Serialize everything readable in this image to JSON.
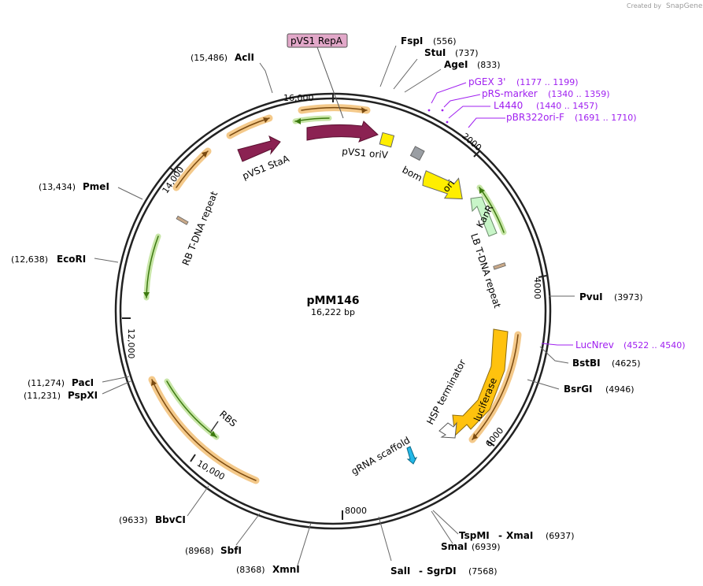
{
  "branding": {
    "created_by": "Created by",
    "logo": "SnapGene"
  },
  "plasmid": {
    "name": "pMM146",
    "length": "16,222 bp"
  },
  "ticks": [
    "16,000",
    "2000",
    "4000",
    "6000",
    "8000",
    "10,000",
    "12,000",
    "14,000"
  ],
  "sites": [
    {
      "name": "AclI",
      "pos": "(15,486)"
    },
    {
      "name": "FspI",
      "pos": "(556)"
    },
    {
      "name": "StuI",
      "pos": "(737)"
    },
    {
      "name": "AgeI",
      "pos": "(833)"
    },
    {
      "name": "PvuI",
      "pos": "(3973)"
    },
    {
      "name": "BstBI",
      "pos": "(4625)"
    },
    {
      "name": "BsrGI",
      "pos": "(4946)"
    },
    {
      "name": "TspMI",
      "name2": "XmaI",
      "pos": "(6937)"
    },
    {
      "name": "SmaI",
      "pos": "(6939)"
    },
    {
      "name": "SalI",
      "name2": "SgrDI",
      "pos": "(7568)"
    },
    {
      "name": "XmnI",
      "pos": "(8368)"
    },
    {
      "name": "SbfI",
      "pos": "(8968)"
    },
    {
      "name": "BbvCI",
      "pos": "(9633)"
    },
    {
      "name": "PspXI",
      "pos": "(11,231)"
    },
    {
      "name": "PacI",
      "pos": "(11,274)"
    },
    {
      "name": "EcoRI",
      "pos": "(12,638)"
    },
    {
      "name": "PmeI",
      "pos": "(13,434)"
    }
  ],
  "primers": [
    {
      "name": "pGEX 3'",
      "pos": "(1177 .. 1199)"
    },
    {
      "name": "pRS-marker",
      "pos": "(1340 .. 1359)"
    },
    {
      "name": "L4440",
      "pos": "(1440 .. 1457)"
    },
    {
      "name": "pBR322ori-F",
      "pos": "(1691 .. 1710)"
    },
    {
      "name": "LucNrev",
      "pos": "(4522 .. 4540)"
    }
  ],
  "features": {
    "pvs1_repa": "pVS1 RepA",
    "pvs1_stab": "pVS1 StaA",
    "pvs1_oriv": "pVS1 oriV",
    "bom": "bom",
    "ori": "ori",
    "kanr": "KanR",
    "lb_repeat": "LB T-DNA repeat",
    "luciferase": "luciferase",
    "hsp_terminator": "HSP terminator",
    "grna_scaffold": "gRNA scaffold",
    "rbs": "RBS",
    "rb_repeat": "RB T-DNA repeat"
  },
  "colors": {
    "backbone": "#222222",
    "orange_feature": "#f4a742",
    "green_feature": "#5aa02c",
    "maroon": "#8b2252",
    "oriv_yellow": "#ffee00",
    "ori_yellow": "#ffee00",
    "bom_gray": "#9a9ea3",
    "kanr_green": "#c8f5c8",
    "luciferase_orange": "#ffc20e",
    "grna_blue": "#22b8e8",
    "repa_box": "#e2a8c9",
    "primer_purple": "#a020f0"
  }
}
